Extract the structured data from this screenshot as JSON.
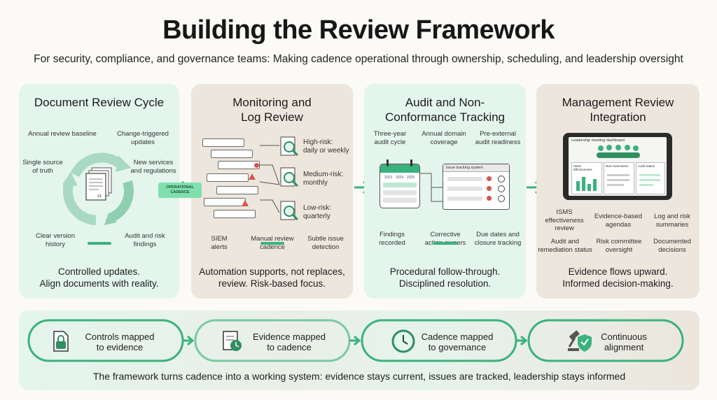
{
  "header": {
    "title": "Building the Review Framework",
    "subtitle": "For security, compliance, and governance teams: Making cadence operational through ownership, scheduling, and leadership oversight"
  },
  "colors": {
    "accent_green": "#3bb27c",
    "panel_green": "#e4f5ed",
    "panel_beige": "#ece6dd",
    "alert_red": "#d9534f"
  },
  "panels": [
    {
      "title": "Document Review Cycle",
      "labels": [
        "Annual review baseline",
        "Change-triggered updates",
        "Single source of truth",
        "New services and regulations",
        "Clear version history",
        "Audit and risk findings"
      ],
      "doc_tag": "v1",
      "footer": [
        "Controlled updates.",
        "Align documents with reality."
      ]
    },
    {
      "title": [
        "Monitoring and",
        "Log Review"
      ],
      "connector_tag": "OPERATIONAL CADENCE",
      "risk_levels": [
        {
          "label": [
            "High-risk:",
            "daily or weekly"
          ]
        },
        {
          "label": [
            "Medium-risk:",
            "monthly"
          ]
        },
        {
          "label": [
            "Low-risk:",
            "quarterly"
          ]
        }
      ],
      "bottom_labels": [
        [
          "SIEM",
          "alerts"
        ],
        [
          "Manual review",
          "cadence"
        ],
        [
          "Subtle issue",
          "detection"
        ]
      ],
      "footer": [
        "Automation supports, not replaces,",
        "review. Risk-based focus."
      ]
    },
    {
      "title": [
        "Audit and Non-",
        "Conformance Tracking"
      ],
      "top_labels": [
        [
          "Three-year",
          "audit cycle"
        ],
        [
          "Annual domain",
          "coverage"
        ],
        [
          "Pre-external",
          "audit readiness"
        ]
      ],
      "calendar_years": [
        "2023",
        "2024",
        "2025"
      ],
      "tracker_title": "Issue tracking system",
      "bottom_labels": [
        [
          "Findings",
          "recorded"
        ],
        [
          "Corrective",
          "action owners"
        ],
        [
          "Due dates and",
          "closure tracking"
        ]
      ],
      "footer": [
        "Procedural follow-through.",
        "Disciplined resolution."
      ]
    },
    {
      "title": [
        "Management Review",
        "Integration"
      ],
      "dashboard_title": "Leadership meeting dashboard",
      "dashboard_cards": [
        "ISMS Effectiveness",
        "Risk Summaries",
        "Audit Status"
      ],
      "labels": [
        [
          "ISMS",
          "effectiveness",
          "review"
        ],
        [
          "Evidence-based",
          "agendas"
        ],
        [
          "Log and risk",
          "summaries"
        ],
        [
          "Audit and",
          "remediation status"
        ],
        [
          "Risk committee",
          "oversight"
        ],
        [
          "Documented",
          "decisions"
        ]
      ],
      "footer": [
        "Evidence flows upward.",
        "Informed decision-making."
      ]
    }
  ],
  "flow": {
    "steps": [
      {
        "label": [
          "Controls mapped",
          "to evidence"
        ],
        "icon": "lock-document-icon"
      },
      {
        "label": [
          "Evidence mapped",
          "to cadence"
        ],
        "icon": "document-clock-icon"
      },
      {
        "label": [
          "Cadence mapped",
          "to governance"
        ],
        "icon": "clock-icon"
      },
      {
        "label": [
          "Continuous",
          "alignment"
        ],
        "icon": "gavel-shield-icon"
      }
    ],
    "caption": "The framework turns cadence into a working system: evidence stays current, issues are tracked, leadership stays informed"
  }
}
